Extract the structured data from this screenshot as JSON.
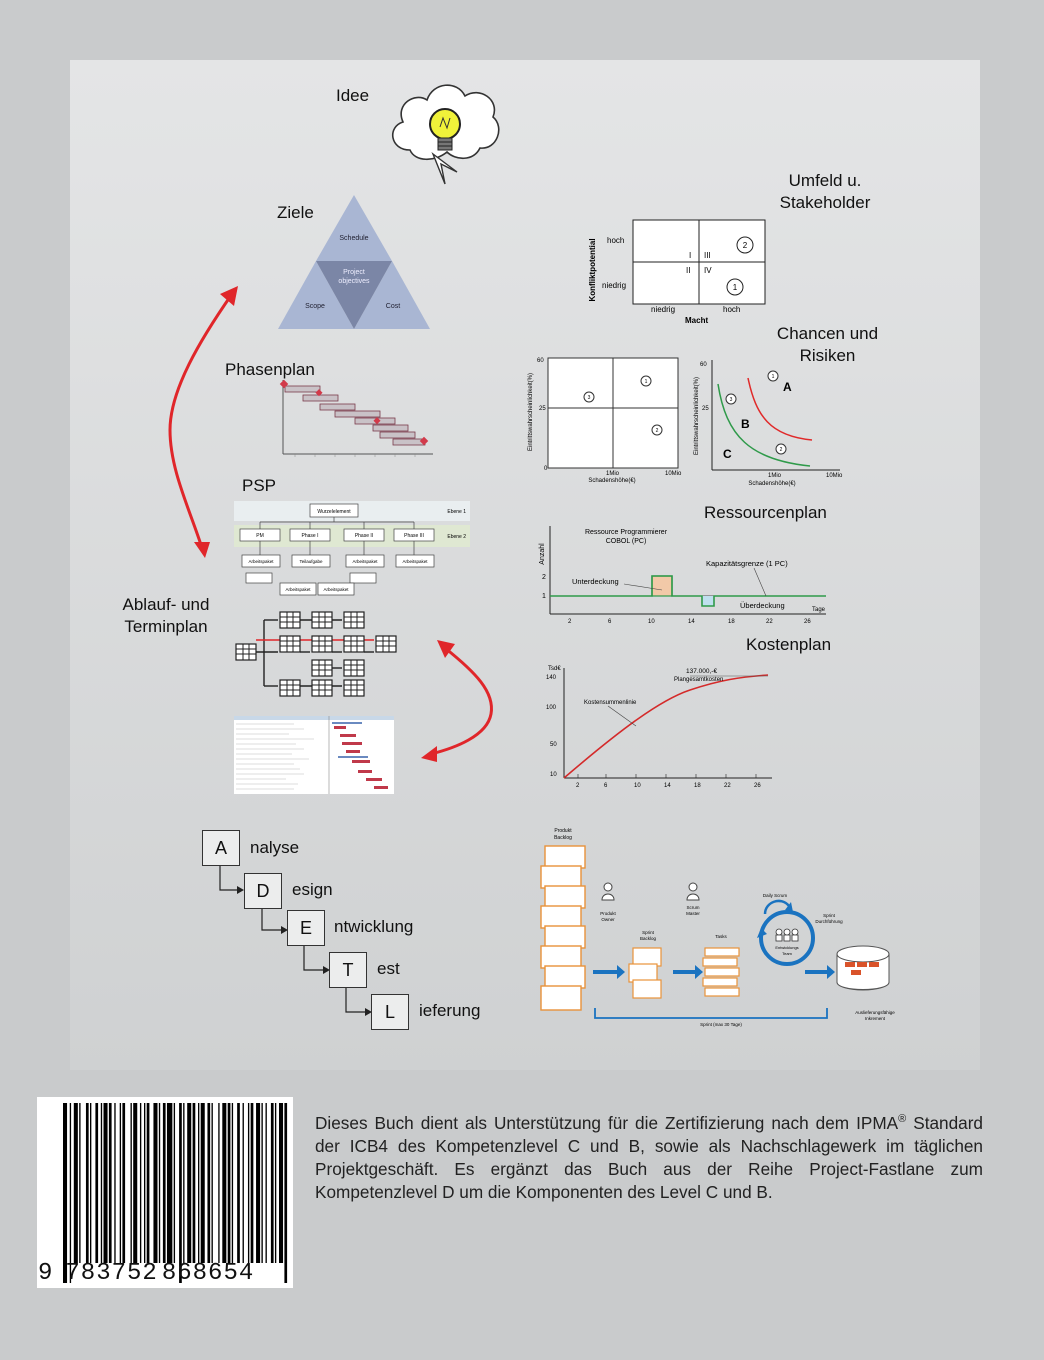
{
  "labels": {
    "idee": "Idee",
    "ziele": "Ziele",
    "phasenplan": "Phasenplan",
    "psp": "PSP",
    "ablauf_line1": "Ablauf- und",
    "ablauf_line2": "Terminplan",
    "umfeld_line1": "Umfeld u.",
    "umfeld_line2": "Stakeholder",
    "chancen_line1": "Chancen und",
    "chancen_line2": "Risiken",
    "ressourcenplan": "Ressourcenplan",
    "kostenplan": "Kostenplan"
  },
  "ziele_triangle": {
    "top": "Schedule",
    "center_line1": "Project",
    "center_line2": "objectives",
    "left": "Scope",
    "right": "Cost"
  },
  "stakeholder_matrix": {
    "ylabel": "Konfliktpotential",
    "xlabel": "Macht",
    "y_high": "hoch",
    "y_low": "niedrig",
    "x_low": "niedrig",
    "x_high": "hoch",
    "q1": "I",
    "q2": "II",
    "q3": "III",
    "q4": "IV",
    "marker_a": "2",
    "marker_b": "1"
  },
  "risk_matrix": {
    "ylabel": "Eintrittswahrscheinlichkeit(%)",
    "xlabel": "Schadenshöhe(€)",
    "y_top": "60",
    "y_mid": "25",
    "y_zero": "0",
    "x_mid": "1Mio",
    "x_end": "10Mio",
    "markers": [
      "3",
      "1",
      "2"
    ]
  },
  "risk_curves": {
    "ylabel": "Eintrittswahrscheinlichkeit(%)",
    "xlabel": "Schadenshöhe(€)",
    "y_top": "60",
    "y_mid": "25",
    "x_mid": "1Mio",
    "x_end": "10Mio",
    "zone_a": "A",
    "zone_b": "B",
    "zone_c": "C",
    "markers": [
      "1",
      "3",
      "2"
    ]
  },
  "psp": {
    "root": "Wurzelelement",
    "ebene1": "Ebene 1",
    "ebene2": "Ebene 2",
    "nodes": [
      "PM",
      "Phase I",
      "Phase II",
      "Phase III"
    ],
    "packages": [
      "Arbeitspaket",
      "Teilaufgabe",
      "Arbeitspaket",
      "Arbeitspaket"
    ],
    "bottom": [
      "Arbeitspaket",
      "Arbeitspaket"
    ]
  },
  "resource_chart": {
    "title_line1": "Ressource Programmierer",
    "title_line2": "COBOL (PC)",
    "ylabel": "Anzahl",
    "xlabel": "Tage",
    "capacity": "Kapazitätsgrenze (1 PC)",
    "under": "Unterdeckung",
    "over": "Überdeckung",
    "y_ticks": [
      "2",
      "1"
    ],
    "x_ticks": [
      "2",
      "6",
      "10",
      "14",
      "18",
      "22",
      "26"
    ]
  },
  "cost_chart": {
    "ylabel": "Tsd€",
    "budget_line1": "137.000,-€",
    "budget_line2": "Plangesamtkosten",
    "curve": "Kostensummenlinie",
    "y_ticks": [
      "140",
      "100",
      "50",
      "10"
    ],
    "x_ticks": [
      "2",
      "6",
      "10",
      "14",
      "18",
      "22",
      "26"
    ]
  },
  "scrum": {
    "product_backlog_line1": "Produkt",
    "product_backlog_line2": "Backlog",
    "product_owner_line1": "Produkt",
    "product_owner_line2": "Owner",
    "scrum_master_line1": "Scrum",
    "scrum_master_line2": "Master",
    "sprint_backlog_line1": "Sprint",
    "sprint_backlog_line2": "Backlog",
    "tasks": "Tasks",
    "daily_scrum": "Daily Scrum",
    "review_line1": "Sprint",
    "review_line2": "Durchführung",
    "team_line1": "Entwicklungs",
    "team_line2": "Team",
    "increment_line1": "Auslieferungsfähige",
    "increment_line2": "Inkrement",
    "sprint": "Sprint (max 30 Tage)"
  },
  "addie": [
    {
      "letter": "A",
      "rest": "nalyse"
    },
    {
      "letter": "D",
      "rest": "esign"
    },
    {
      "letter": "E",
      "rest": "ntwicklung"
    },
    {
      "letter": "T",
      "rest": "est"
    },
    {
      "letter": "L",
      "rest": "ieferung"
    }
  ],
  "isbn": {
    "first": "9",
    "group1": "783752",
    "group2": "868654"
  },
  "blurb": {
    "part1": "Dieses Buch dient als Unterstützung für die Zertifizierung nach dem IPMA",
    "reg": "®",
    "part2": " Standard der ICB4 des Kompetenzlevel C und B, sowie als Nachschlagewerk im täglichen Projektgeschäft. Es ergänzt das Buch aus der Reihe Project-Fastlane zum Kompetenzlevel D um die Komponenten des Level C und B."
  },
  "colors": {
    "arrow_red": "#e0262a",
    "scrum_blue": "#1a73c0",
    "resource_green": "#2f9a4a",
    "cost_red": "#d42a2a",
    "backlog_orange": "#e8923a"
  }
}
